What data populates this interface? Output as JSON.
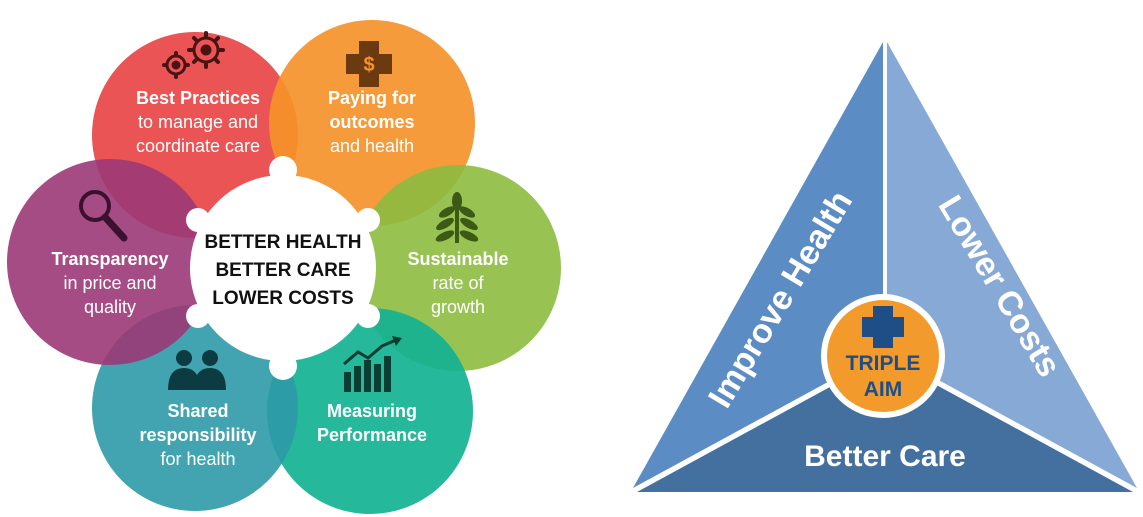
{
  "flower": {
    "center": [
      "BETTER HEALTH",
      "BETTER CARE",
      "LOWER COSTS"
    ],
    "petals": [
      {
        "id": "best-practices",
        "color": "#e84545",
        "icon": "gears-icon",
        "lines": [
          "Best Practices",
          "to manage and",
          "coordinate care"
        ]
      },
      {
        "id": "paying-for-outcomes",
        "color": "#f5922a",
        "icon": "dollar-cross-icon",
        "lines": [
          "Paying for",
          "outcomes",
          "and health"
        ]
      },
      {
        "id": "sustainable-growth",
        "color": "#8dbb3f",
        "icon": "leaf-plant-icon",
        "lines": [
          "Sustainable",
          "rate of",
          "growth"
        ]
      },
      {
        "id": "measuring-performance",
        "color": "#14b291",
        "icon": "bar-chart-icon",
        "lines": [
          "Measuring",
          "Performance"
        ]
      },
      {
        "id": "shared-responsibility",
        "color": "#2e9aa8",
        "icon": "people-icon",
        "lines": [
          "Shared",
          "responsibility",
          "for health"
        ]
      },
      {
        "id": "transparency",
        "color": "#9c3877",
        "icon": "magnifier-icon",
        "lines": [
          "Transparency",
          "in price and",
          "quality"
        ]
      }
    ]
  },
  "triangle": {
    "left_label": "Improve Health",
    "right_label": "Lower Costs",
    "bottom_label": "Better Care",
    "center_lines": [
      "TRIPLE",
      "AIM"
    ],
    "center_icon": "plus-icon",
    "colors": {
      "left": "#5b8cc4",
      "right": "#86a9d5",
      "bottom": "#44709f",
      "center": "#f39a2c"
    }
  }
}
